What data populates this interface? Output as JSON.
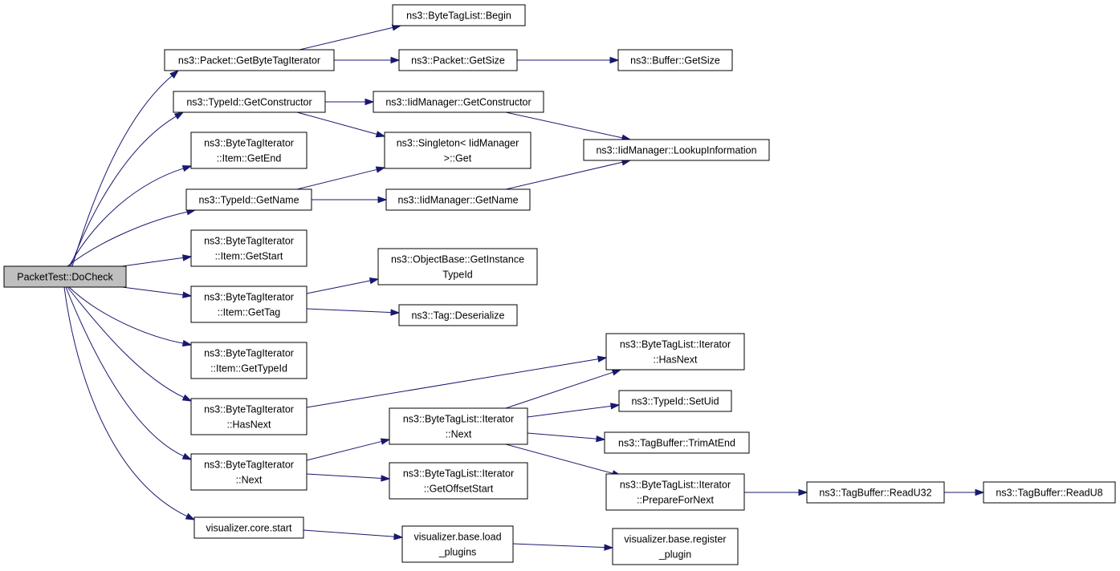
{
  "colors": {
    "edge": "#191970",
    "root_fill": "#bfbfbf",
    "node_fill": "#ffffff",
    "node_border": "#000000"
  },
  "nodes": [
    {
      "id": "root",
      "lines": [
        "PacketTest::DoCheck"
      ],
      "root": true
    },
    {
      "id": "getByteTagIterator",
      "lines": [
        "ns3::Packet::GetByteTagIterator"
      ]
    },
    {
      "id": "begin",
      "lines": [
        "ns3::ByteTagList::Begin"
      ]
    },
    {
      "id": "packetGetSize",
      "lines": [
        "ns3::Packet::GetSize"
      ]
    },
    {
      "id": "bufferGetSize",
      "lines": [
        "ns3::Buffer::GetSize"
      ]
    },
    {
      "id": "typeIdGetConstructor",
      "lines": [
        "ns3::TypeId::GetConstructor"
      ]
    },
    {
      "id": "iidGetConstructor",
      "lines": [
        "ns3::IidManager::GetConstructor"
      ]
    },
    {
      "id": "lookupInformation",
      "lines": [
        "ns3::IidManager::LookupInformation"
      ]
    },
    {
      "id": "singletonGet",
      "lines": [
        "ns3::Singleton< IidManager",
        ">::Get"
      ]
    },
    {
      "id": "itemGetEnd",
      "lines": [
        "ns3::ByteTagIterator",
        "::Item::GetEnd"
      ]
    },
    {
      "id": "typeIdGetName",
      "lines": [
        "ns3::TypeId::GetName"
      ]
    },
    {
      "id": "iidGetName",
      "lines": [
        "ns3::IidManager::GetName"
      ]
    },
    {
      "id": "itemGetStart",
      "lines": [
        "ns3::ByteTagIterator",
        "::Item::GetStart"
      ]
    },
    {
      "id": "getInstanceTypeId",
      "lines": [
        "ns3::ObjectBase::GetInstance",
        "TypeId"
      ]
    },
    {
      "id": "itemGetTag",
      "lines": [
        "ns3::ByteTagIterator",
        "::Item::GetTag"
      ]
    },
    {
      "id": "tagDeserialize",
      "lines": [
        "ns3::Tag::Deserialize"
      ]
    },
    {
      "id": "itemGetTypeId",
      "lines": [
        "ns3::ByteTagIterator",
        "::Item::GetTypeId"
      ]
    },
    {
      "id": "bltIterHasNext",
      "lines": [
        "ns3::ByteTagList::Iterator",
        "::HasNext"
      ]
    },
    {
      "id": "btiHasNext",
      "lines": [
        "ns3::ByteTagIterator",
        "::HasNext"
      ]
    },
    {
      "id": "typeIdSetUid",
      "lines": [
        "ns3::TypeId::SetUid"
      ]
    },
    {
      "id": "bltIterNext",
      "lines": [
        "ns3::ByteTagList::Iterator",
        "::Next"
      ]
    },
    {
      "id": "trimAtEnd",
      "lines": [
        "ns3::TagBuffer::TrimAtEnd"
      ]
    },
    {
      "id": "btiNext",
      "lines": [
        "ns3::ByteTagIterator",
        "::Next"
      ]
    },
    {
      "id": "getOffsetStart",
      "lines": [
        "ns3::ByteTagList::Iterator",
        "::GetOffsetStart"
      ]
    },
    {
      "id": "prepareForNext",
      "lines": [
        "ns3::ByteTagList::Iterator",
        "::PrepareForNext"
      ]
    },
    {
      "id": "readU32",
      "lines": [
        "ns3::TagBuffer::ReadU32"
      ]
    },
    {
      "id": "readU8",
      "lines": [
        "ns3::TagBuffer::ReadU8"
      ]
    },
    {
      "id": "coreStart",
      "lines": [
        "visualizer.core.start"
      ]
    },
    {
      "id": "loadPlugins",
      "lines": [
        "visualizer.base.load",
        "_plugins"
      ]
    },
    {
      "id": "registerPlugin",
      "lines": [
        "visualizer.base.register",
        "_plugin"
      ]
    }
  ],
  "edges": [
    {
      "from": "root",
      "to": "getByteTagIterator"
    },
    {
      "from": "root",
      "to": "typeIdGetConstructor"
    },
    {
      "from": "root",
      "to": "itemGetEnd"
    },
    {
      "from": "root",
      "to": "typeIdGetName"
    },
    {
      "from": "root",
      "to": "itemGetStart"
    },
    {
      "from": "root",
      "to": "itemGetTag"
    },
    {
      "from": "root",
      "to": "itemGetTypeId"
    },
    {
      "from": "root",
      "to": "btiHasNext"
    },
    {
      "from": "root",
      "to": "btiNext"
    },
    {
      "from": "root",
      "to": "coreStart"
    },
    {
      "from": "getByteTagIterator",
      "to": "begin"
    },
    {
      "from": "getByteTagIterator",
      "to": "packetGetSize"
    },
    {
      "from": "packetGetSize",
      "to": "bufferGetSize"
    },
    {
      "from": "typeIdGetConstructor",
      "to": "iidGetConstructor"
    },
    {
      "from": "typeIdGetConstructor",
      "to": "singletonGet"
    },
    {
      "from": "iidGetConstructor",
      "to": "lookupInformation"
    },
    {
      "from": "typeIdGetName",
      "to": "singletonGet"
    },
    {
      "from": "typeIdGetName",
      "to": "iidGetName"
    },
    {
      "from": "iidGetName",
      "to": "lookupInformation"
    },
    {
      "from": "itemGetTag",
      "to": "getInstanceTypeId"
    },
    {
      "from": "itemGetTag",
      "to": "tagDeserialize"
    },
    {
      "from": "btiHasNext",
      "to": "bltIterHasNext"
    },
    {
      "from": "btiNext",
      "to": "bltIterNext"
    },
    {
      "from": "btiNext",
      "to": "getOffsetStart"
    },
    {
      "from": "bltIterNext",
      "to": "bltIterHasNext"
    },
    {
      "from": "bltIterNext",
      "to": "typeIdSetUid"
    },
    {
      "from": "bltIterNext",
      "to": "trimAtEnd"
    },
    {
      "from": "bltIterNext",
      "to": "prepareForNext"
    },
    {
      "from": "prepareForNext",
      "to": "readU32"
    },
    {
      "from": "readU32",
      "to": "readU8"
    },
    {
      "from": "coreStart",
      "to": "loadPlugins"
    },
    {
      "from": "loadPlugins",
      "to": "registerPlugin"
    }
  ]
}
